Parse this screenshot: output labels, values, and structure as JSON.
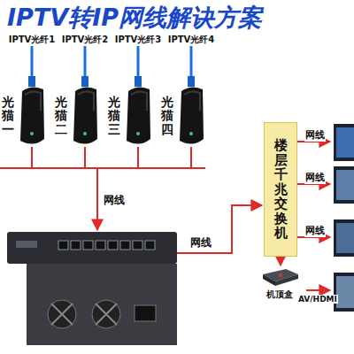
{
  "diagram": {
    "title": "IPTV转IP网线解诀方案",
    "nodes": [
      {
        "text": [
          "光猫一"
        ]
      },
      {
        "text": [
          "光猫二"
        ]
      },
      {
        "text": [
          "光猫三"
        ]
      },
      {
        "text": [
          "光猫四"
        ]
      },
      {
        "text": [
          "楼层千兆交换机"
        ]
      },
      {
        "text": [
          "机顶盒"
        ]
      }
    ],
    "edges": [
      {
        "from": 4,
        "to": 5,
        "arrow": "to"
      }
    ],
    "labels": [
      "IPTV光纤1",
      "IPTV光纤2",
      "IPTV光纤3",
      "IPTV光纤4",
      "网线",
      "网线",
      "网线",
      "网线",
      "网线",
      "AV/HDMI"
    ]
  }
}
